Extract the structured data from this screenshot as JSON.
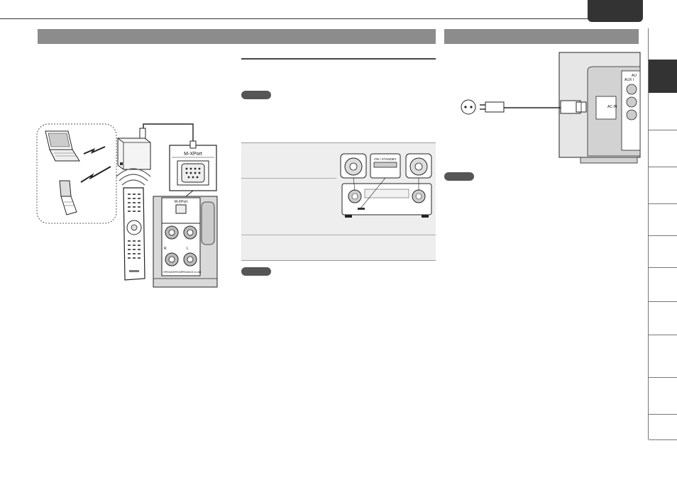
{
  "sections": {
    "left_title": "",
    "right_title": ""
  },
  "diagrams": {
    "mxport_label": "M-XPort",
    "mxport_panel_label": "M-XPort",
    "speakers_label": "SPEAKERS",
    "speakers_subtext": "IMPEDANCE 6-16Ω",
    "channel_r": "R",
    "channel_l": "L",
    "on_standby_label": "ON / STANDBY",
    "ac_in_label": "AC IN",
    "aux_label": "AU",
    "aux_in_label": "AUX I"
  },
  "colors": {
    "section_bar": "#8c8c8c",
    "active_tab": "#333333",
    "note_badge": "#555555"
  }
}
